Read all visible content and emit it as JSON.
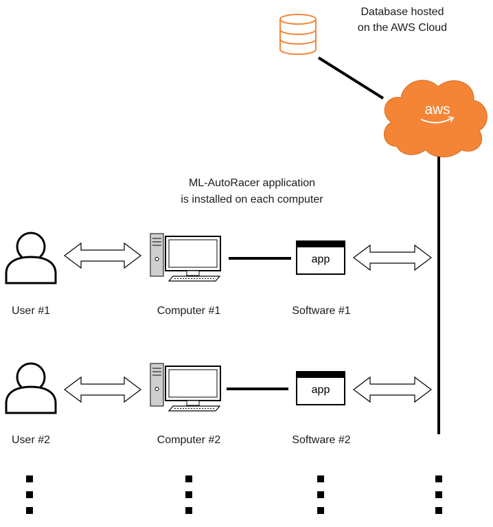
{
  "cloud": {
    "database_caption_line1": "Database hosted",
    "database_caption_line2": "on the AWS Cloud",
    "aws_logo_text": "aws",
    "database_icon": "database-icon",
    "cloud_icon": "aws-cloud-icon",
    "cloud_color": "#F58536",
    "database_color": "#F58536"
  },
  "application_note": {
    "line1": "ML-AutoRacer application",
    "line2": "is installed on each computer"
  },
  "rows": [
    {
      "user": "User #1",
      "computer": "Computer #1",
      "software": "Software #1",
      "app_label": "app"
    },
    {
      "user": "User #2",
      "computer": "Computer #2",
      "software": "Software #2",
      "app_label": "app"
    }
  ],
  "icons": {
    "user": "user-icon",
    "computer": "computer-icon",
    "app_window": "app-window-icon",
    "arrow": "double-arrow-icon"
  }
}
